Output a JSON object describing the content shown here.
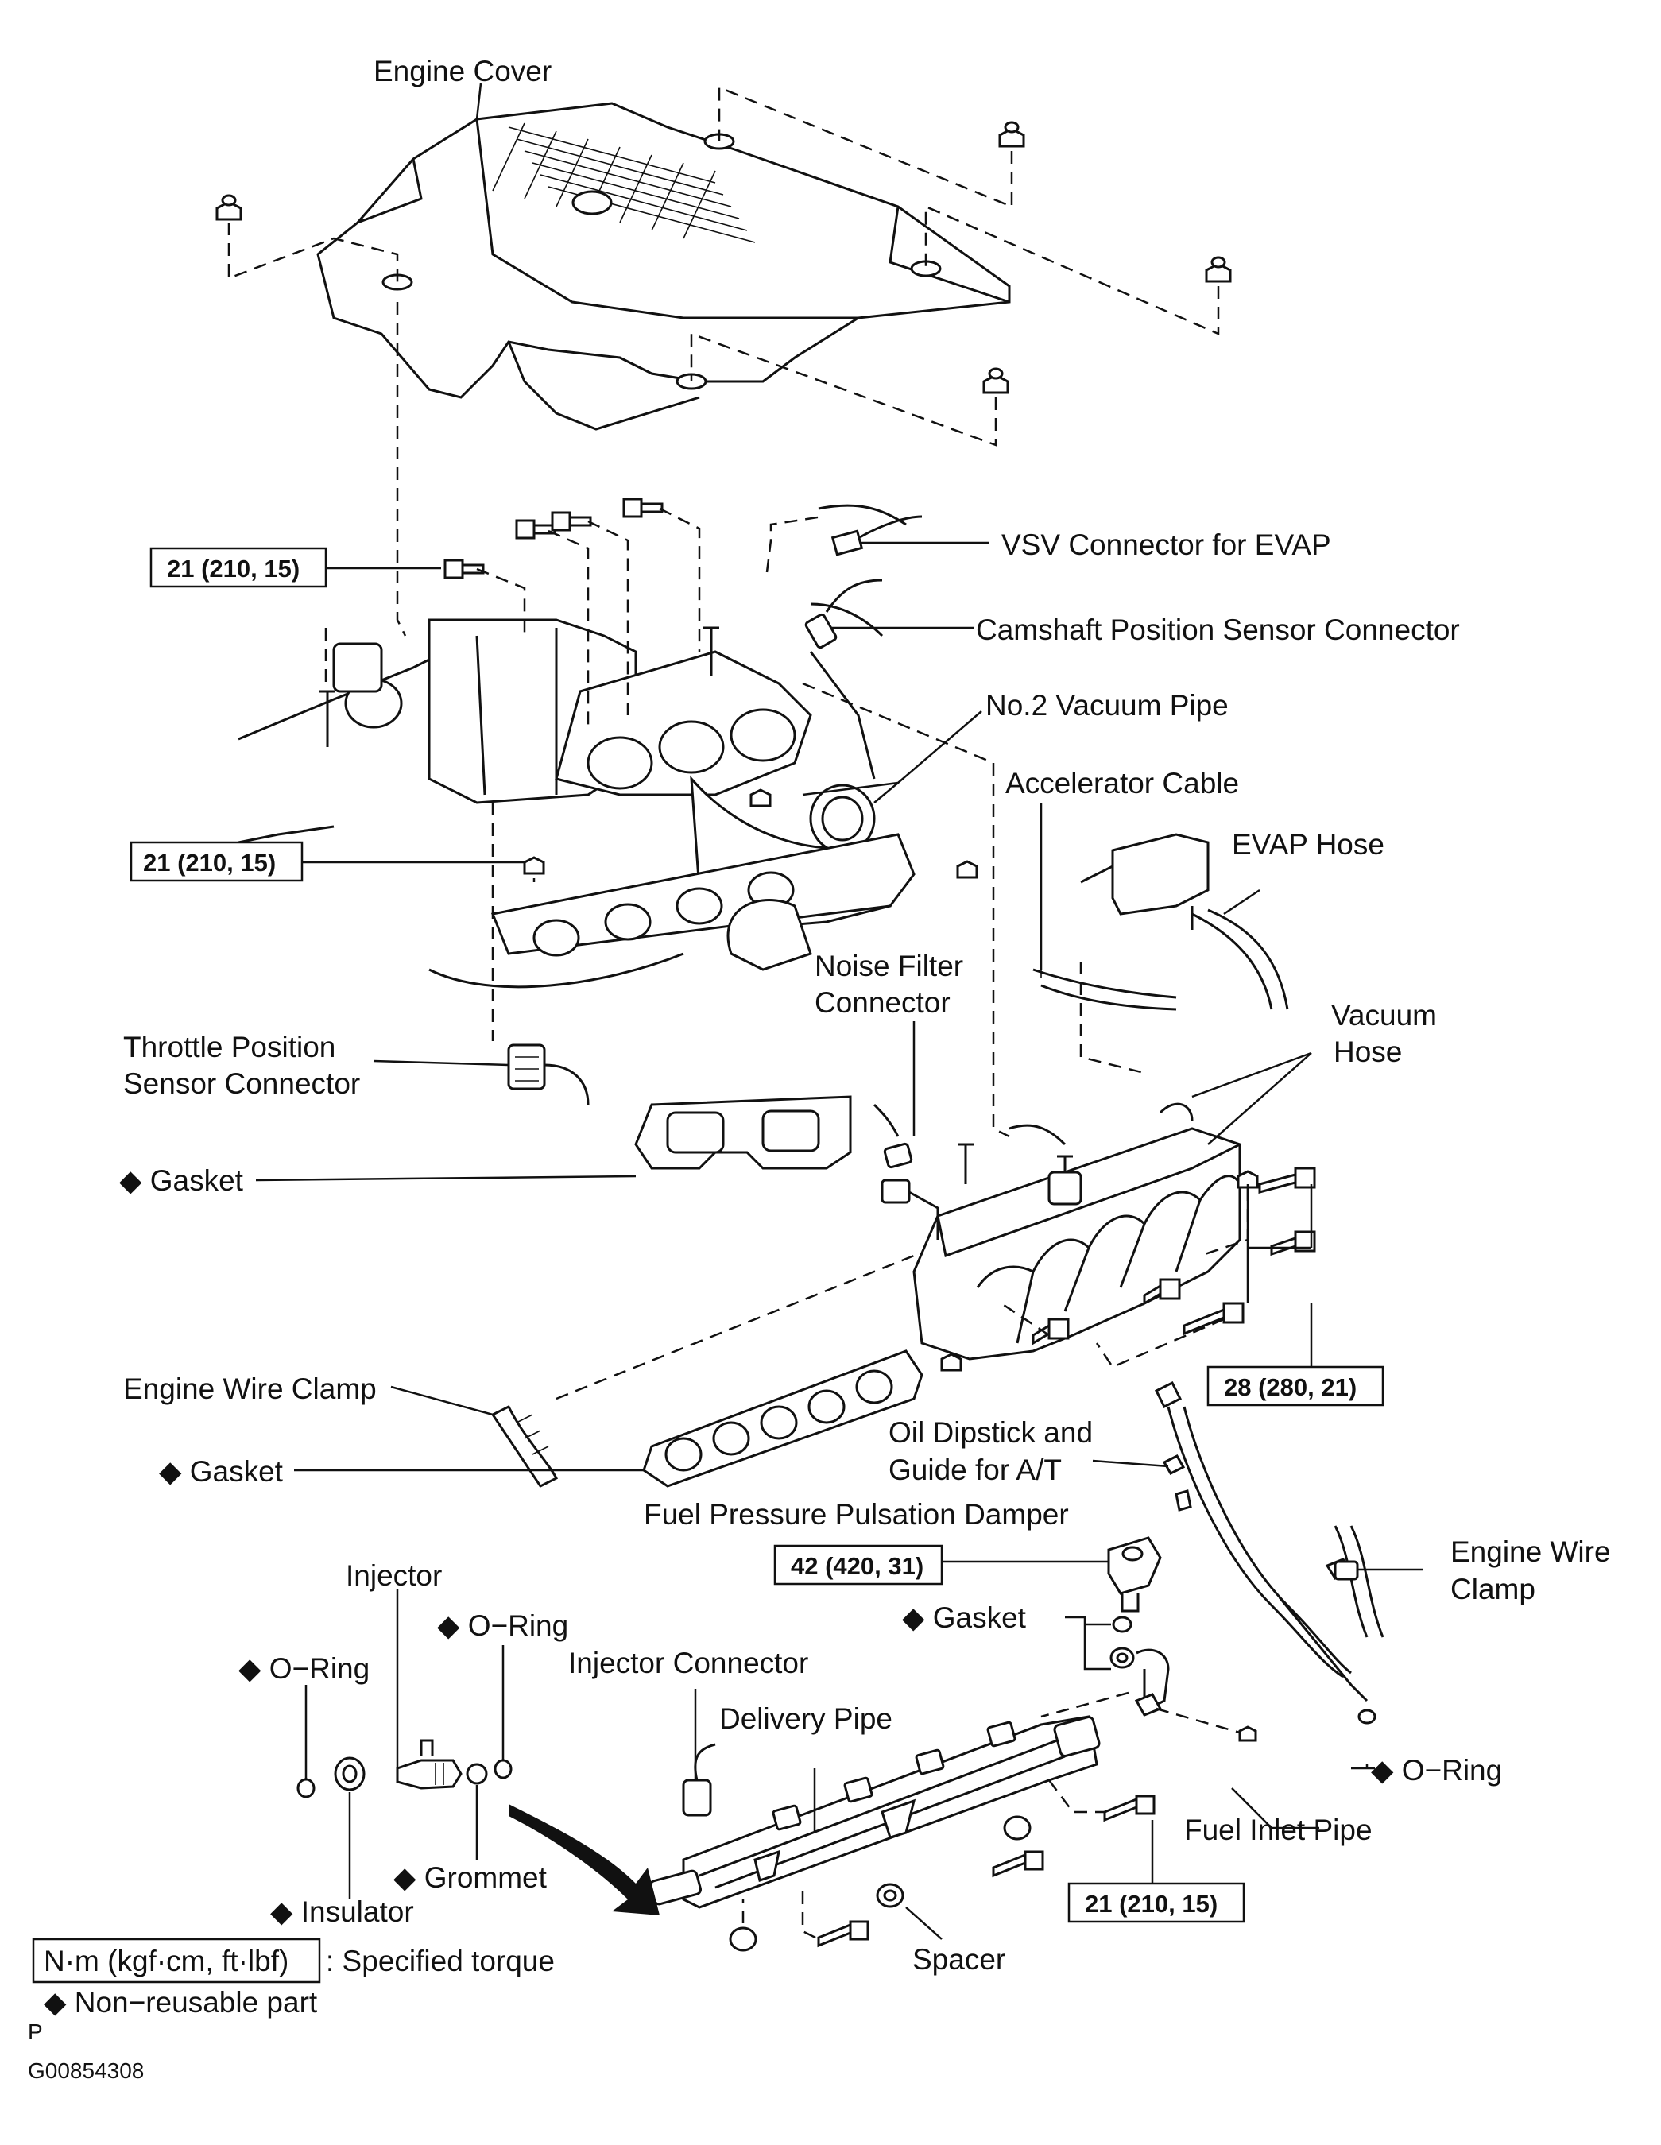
{
  "labels": {
    "engine_cover": "Engine Cover",
    "vsv_connector": "VSV Connector for EVAP",
    "camshaft_connector": "Camshaft Position Sensor Connector",
    "no2_vacuum_pipe": "No.2 Vacuum Pipe",
    "accelerator_cable": "Accelerator Cable",
    "evap_hose": "EVAP Hose",
    "noise_filter_1": "Noise Filter",
    "noise_filter_2": "Connector",
    "vacuum_hose_1": "Vacuum",
    "vacuum_hose_2": "Hose",
    "throttle_1": "Throttle Position",
    "throttle_2": "Sensor Connector",
    "gasket_upper": "◆ Gasket",
    "engine_wire_clamp_left": "Engine Wire Clamp",
    "gasket_lower": "◆ Gasket",
    "oil_dipstick_1": "Oil Dipstick and",
    "oil_dipstick_2": "Guide for A/T",
    "fuel_damper": "Fuel Pressure Pulsation Damper",
    "engine_wire_clamp_right_1": "Engine Wire",
    "engine_wire_clamp_right_2": "Clamp",
    "gasket_damper": "◆ Gasket",
    "injector": "Injector",
    "oring_left": "◆ O−Ring",
    "oring_mid": "◆ O−Ring",
    "injector_connector": "Injector Connector",
    "delivery_pipe": "Delivery Pipe",
    "oring_right": "◆ O−Ring",
    "fuel_inlet_pipe": "Fuel Inlet Pipe",
    "grommet": "◆ Grommet",
    "insulator": "◆ Insulator",
    "spacer": "Spacer"
  },
  "torques": {
    "t1": "21 (210, 15)",
    "t2": "21 (210, 15)",
    "t3": "28 (280, 21)",
    "t4": "42 (420, 31)",
    "t5": "21 (210, 15)"
  },
  "legend": {
    "unit_box": "N·m (kgf·cm, ft·lbf)",
    "unit_text": ": Specified torque",
    "nonreusable": "◆ Non−reusable part"
  },
  "footer": {
    "p": "P",
    "code": "G00854308"
  }
}
